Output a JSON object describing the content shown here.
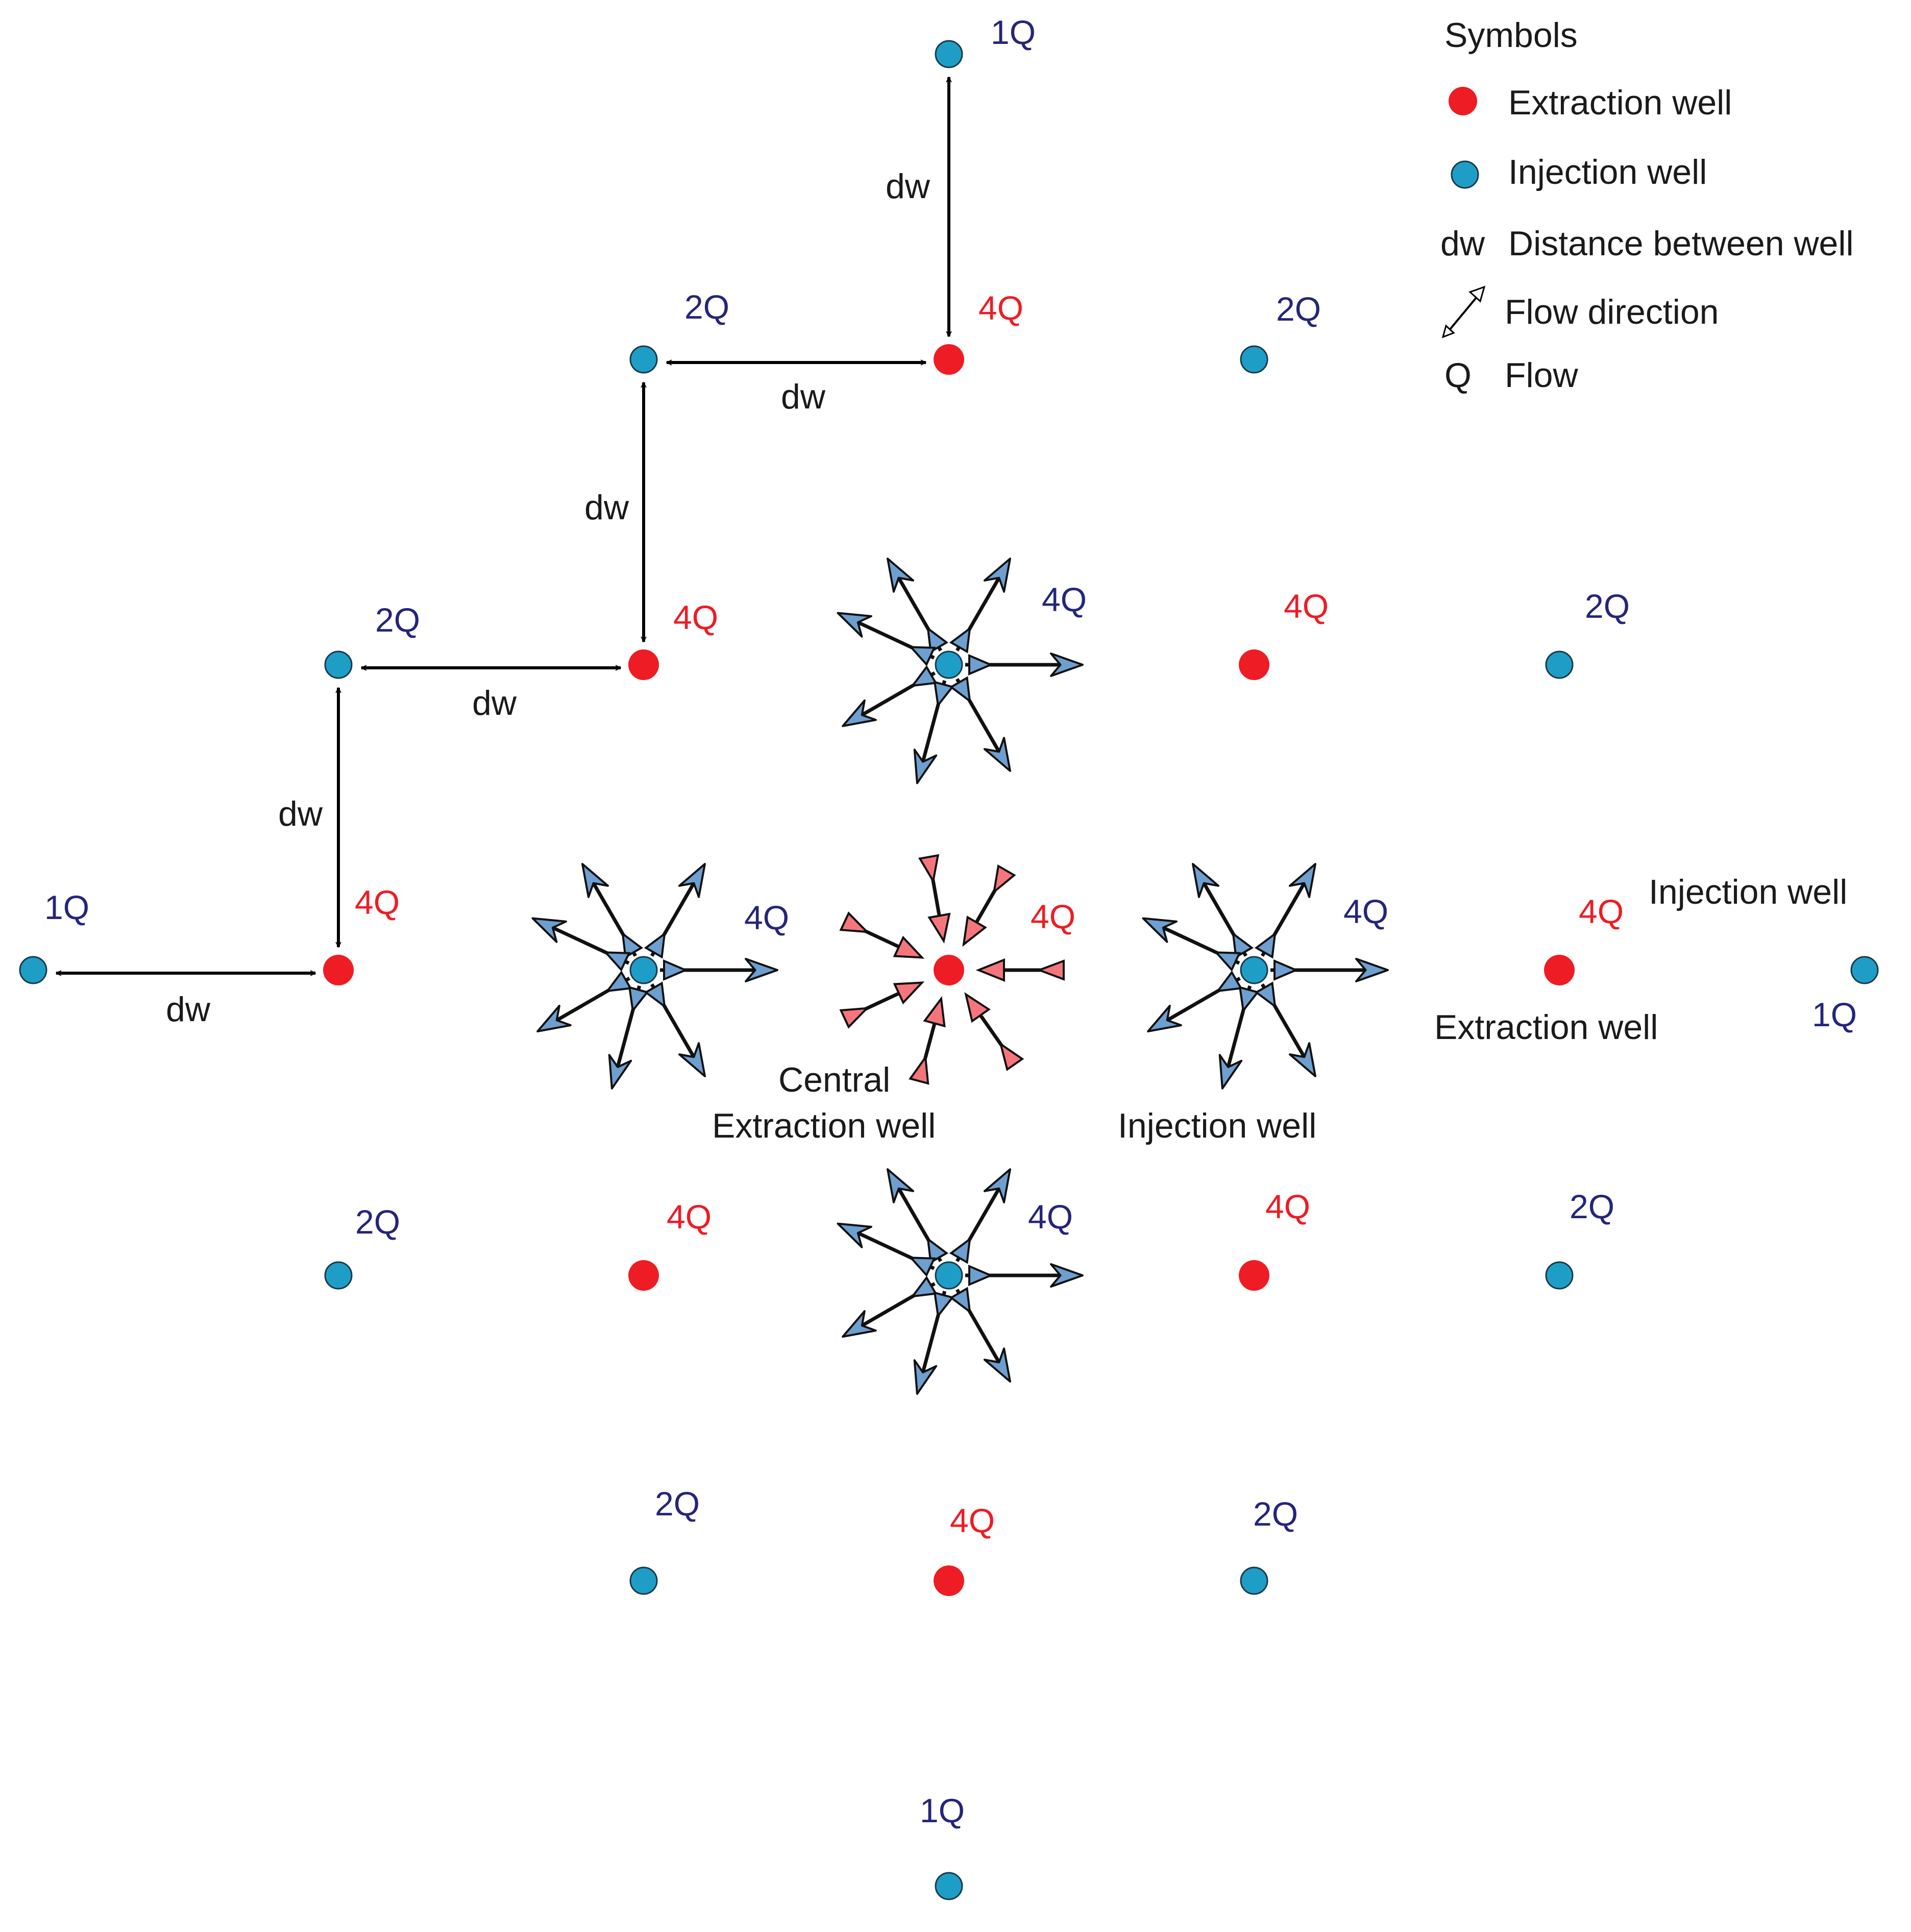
{
  "colors": {
    "extraction": "#ee1c24",
    "injection": "#1e9ec7",
    "flow_out": "#6d9fd0",
    "flow_in": "#f4767c",
    "q_injection_text": "#25257a",
    "q_extraction_text": "#ee1c24",
    "text": "#1a1a1a"
  },
  "legend": {
    "title": "Symbols",
    "extraction_label": "Extraction well",
    "injection_label": "Injection well",
    "dw_symbol": "dw",
    "dw_label": "Distance between well",
    "flow_direction_label": "Flow direction",
    "q_symbol": "Q",
    "q_label": "Flow"
  },
  "wells": [
    {
      "type": "injection",
      "q": "1Q"
    },
    {
      "type": "extraction",
      "q": "4Q"
    },
    {
      "type": "injection",
      "q": "2Q"
    },
    {
      "type": "injection",
      "q": "2Q"
    },
    {
      "type": "injection",
      "q": "2Q"
    },
    {
      "type": "extraction",
      "q": "4Q"
    },
    {
      "type": "injection",
      "q": "4Q"
    },
    {
      "type": "extraction",
      "q": "4Q"
    },
    {
      "type": "injection",
      "q": "2Q"
    },
    {
      "type": "injection",
      "q": "1Q"
    },
    {
      "type": "extraction",
      "q": "4Q"
    },
    {
      "type": "injection",
      "q": "4Q"
    },
    {
      "type": "extraction",
      "q": "4Q"
    },
    {
      "type": "injection",
      "q": "4Q"
    },
    {
      "type": "extraction",
      "q": "4Q"
    },
    {
      "type": "injection",
      "q": "1Q"
    },
    {
      "type": "injection",
      "q": "2Q"
    },
    {
      "type": "extraction",
      "q": "4Q"
    },
    {
      "type": "injection",
      "q": "4Q"
    },
    {
      "type": "extraction",
      "q": "4Q"
    },
    {
      "type": "injection",
      "q": "2Q"
    },
    {
      "type": "injection",
      "q": "2Q"
    },
    {
      "type": "extraction",
      "q": "4Q"
    },
    {
      "type": "injection",
      "q": "2Q"
    },
    {
      "type": "injection",
      "q": "1Q"
    }
  ],
  "distance_label": "dw",
  "annotations": {
    "central_line1": "Central",
    "central_line2": "Extraction  well",
    "injection_well": "Injection well",
    "right_injection_well": "Injection well",
    "right_extraction_well": "Extraction well"
  }
}
